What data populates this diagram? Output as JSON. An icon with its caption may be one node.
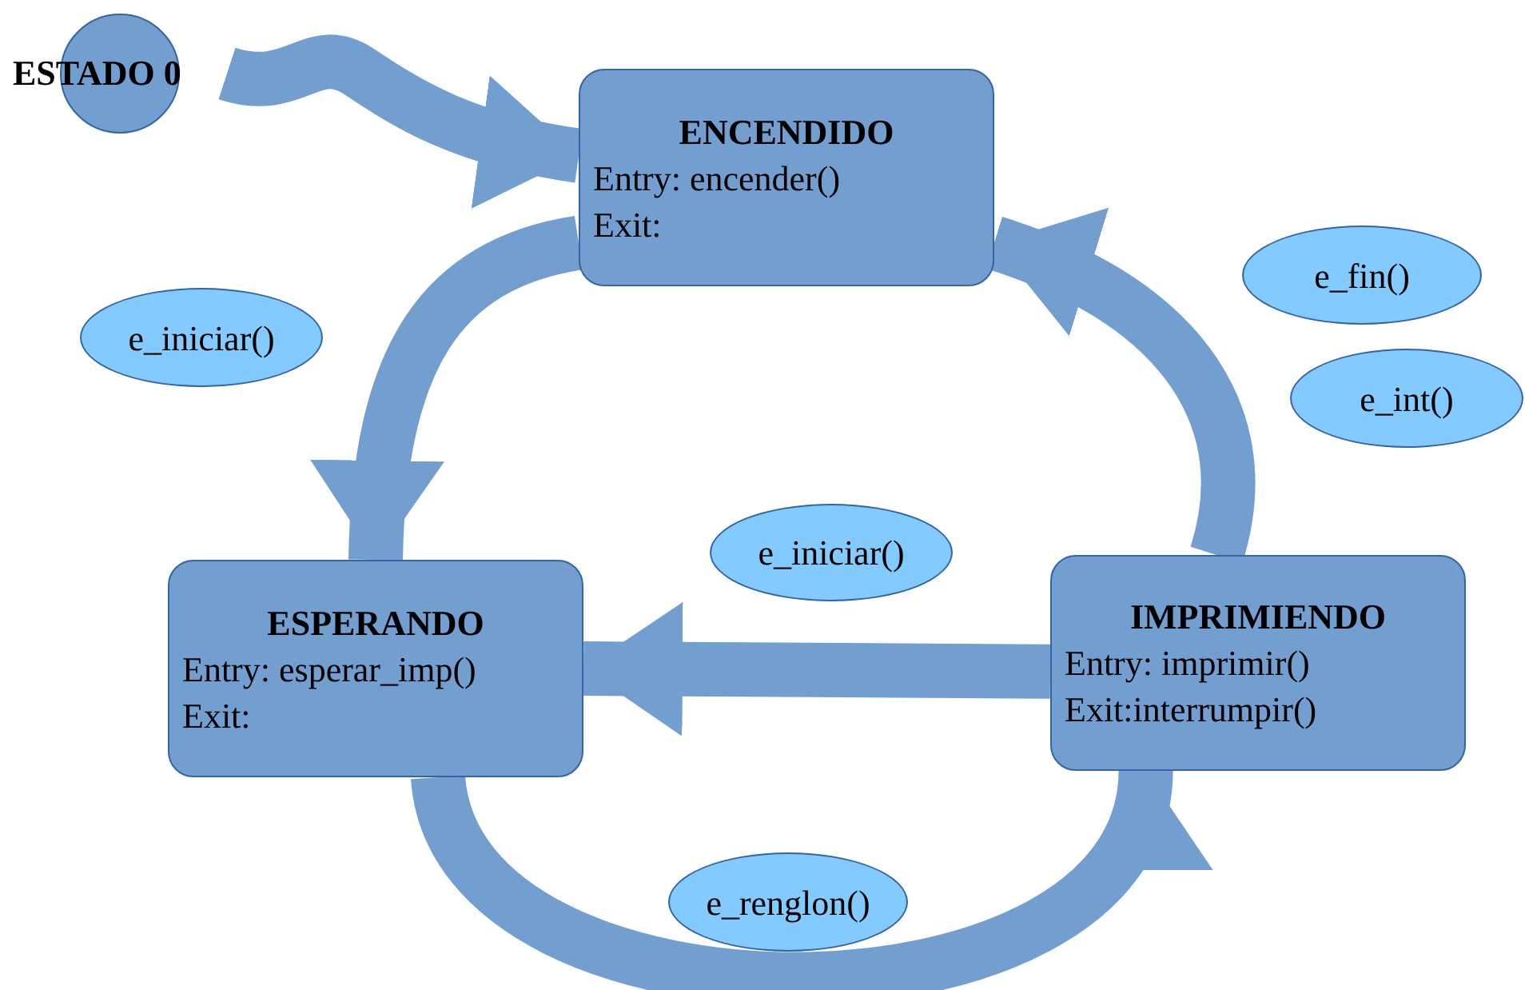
{
  "diagram": {
    "nodes": [
      {
        "text": [
          "ESTADO 0"
        ]
      },
      {
        "text": [
          "ENCENDIDO",
          "Entry: encender()",
          "Exit:"
        ]
      },
      {
        "text": [
          "ESPERANDO",
          "Entry: esperar_imp()",
          "Exit:"
        ]
      },
      {
        "text": [
          "IMPRIMIENDO",
          "Entry: imprimir()",
          "Exit:interrumpir()"
        ]
      },
      {
        "text": [
          "e_iniciar()"
        ]
      },
      {
        "text": [
          "e_fin()"
        ]
      },
      {
        "text": [
          "e_int()"
        ]
      },
      {
        "text": [
          "e_iniciar()"
        ]
      },
      {
        "text": [
          "e_renglon()"
        ]
      }
    ],
    "edges": [
      {
        "from": 0,
        "to": 1,
        "arrow": "to"
      },
      {
        "from": 1,
        "to": 2,
        "arrow": "to"
      },
      {
        "from": 3,
        "to": 2,
        "arrow": "to"
      },
      {
        "from": 2,
        "to": 3,
        "arrow": "to"
      },
      {
        "from": 3,
        "to": 1,
        "arrow": "to"
      }
    ]
  }
}
